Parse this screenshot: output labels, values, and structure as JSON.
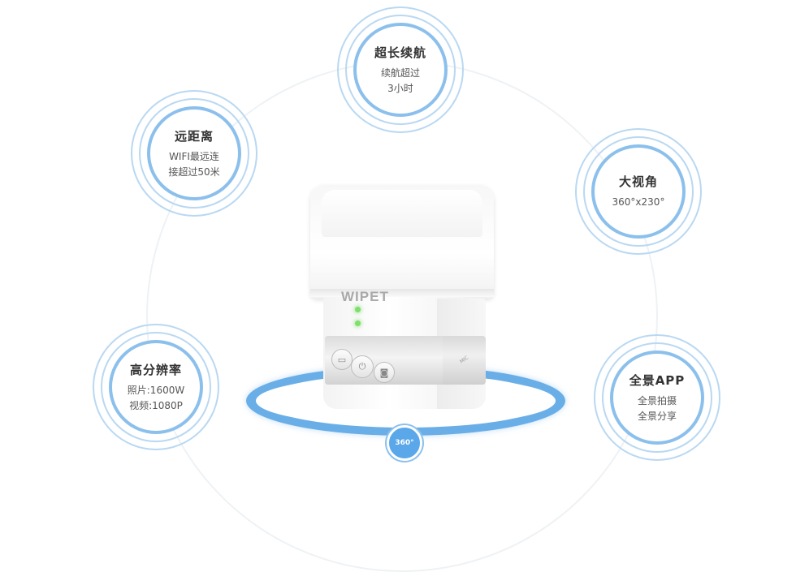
{
  "features": {
    "battery": {
      "title": "超长续航",
      "lines": [
        "续航超过",
        "3小时"
      ]
    },
    "range": {
      "title": "远距离",
      "lines": [
        "WIFI最远连",
        "接超过50米"
      ]
    },
    "view": {
      "title": "大视角",
      "lines": [
        "360°x230°"
      ]
    },
    "resolution": {
      "title": "高分辨率",
      "lines": [
        "照片:1600W",
        "视频:1080P"
      ]
    },
    "app": {
      "title": "全景APP",
      "lines": [
        "全景拍摄",
        "全景分享"
      ]
    }
  },
  "rotation_label": "360°",
  "device": {
    "brand": "WIPET",
    "mic_label": "MIC",
    "buttons": [
      {
        "name": "video",
        "icon": "video-icon",
        "glyph": "▭"
      },
      {
        "name": "power",
        "icon": "power-icon",
        "glyph": "⏻"
      },
      {
        "name": "camera",
        "icon": "camera-icon",
        "glyph": "◙"
      }
    ]
  },
  "colors": {
    "accent_blue": "#5aa7e9",
    "ring_blue": "#8cc0ec",
    "led_green": "#7ee06a"
  }
}
